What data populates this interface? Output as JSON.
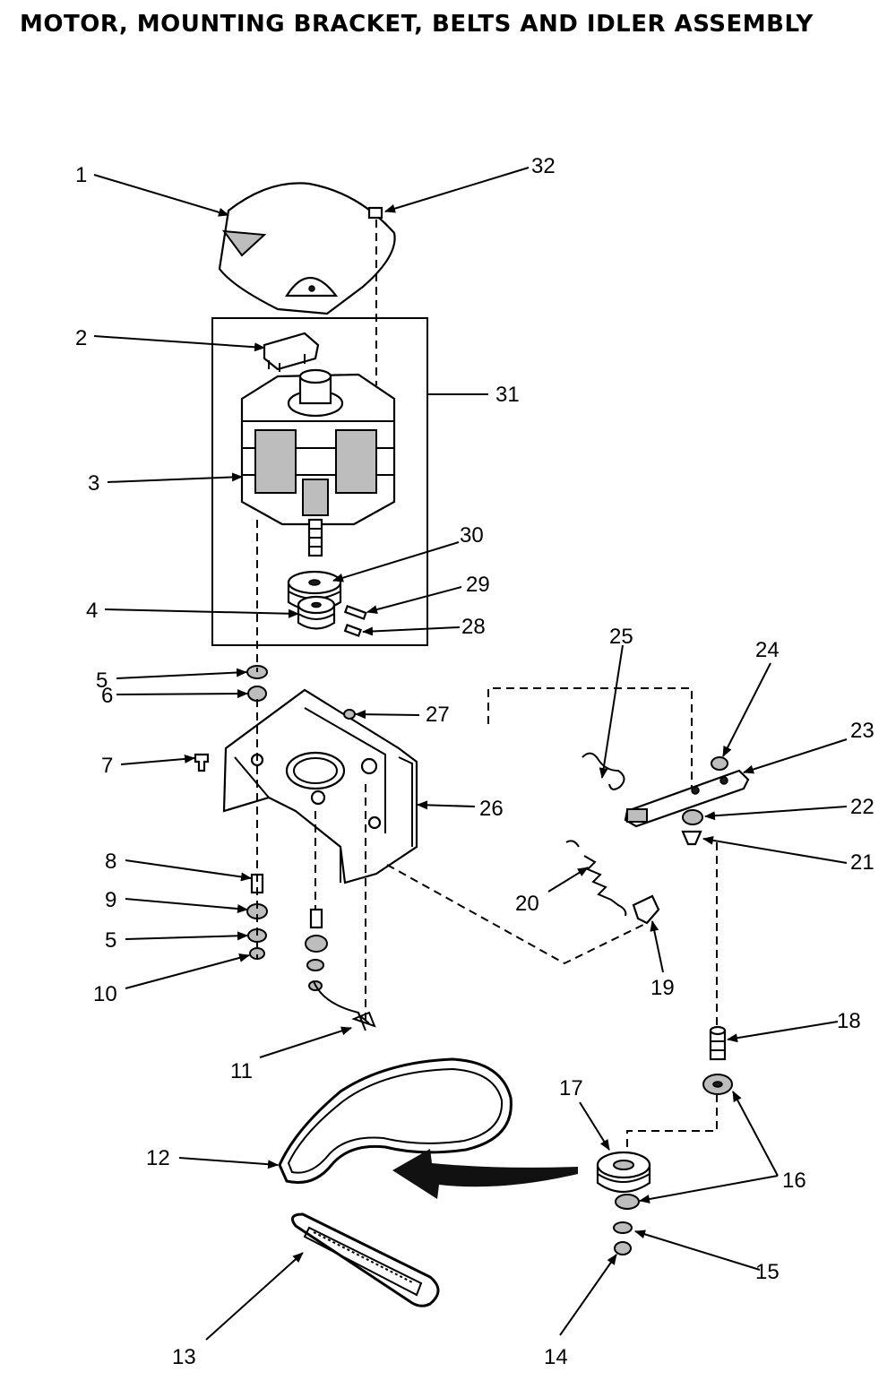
{
  "title": "MOTOR, MOUNTING BRACKET, BELTS AND IDLER ASSEMBLY",
  "callouts": [
    "1",
    "2",
    "3",
    "4",
    "5",
    "6",
    "7",
    "8",
    "9",
    "5",
    "10",
    "11",
    "12",
    "13",
    "14",
    "15",
    "16",
    "17",
    "18",
    "19",
    "20",
    "21",
    "22",
    "23",
    "24",
    "25",
    "26",
    "27",
    "28",
    "29",
    "30",
    "31",
    "32"
  ]
}
